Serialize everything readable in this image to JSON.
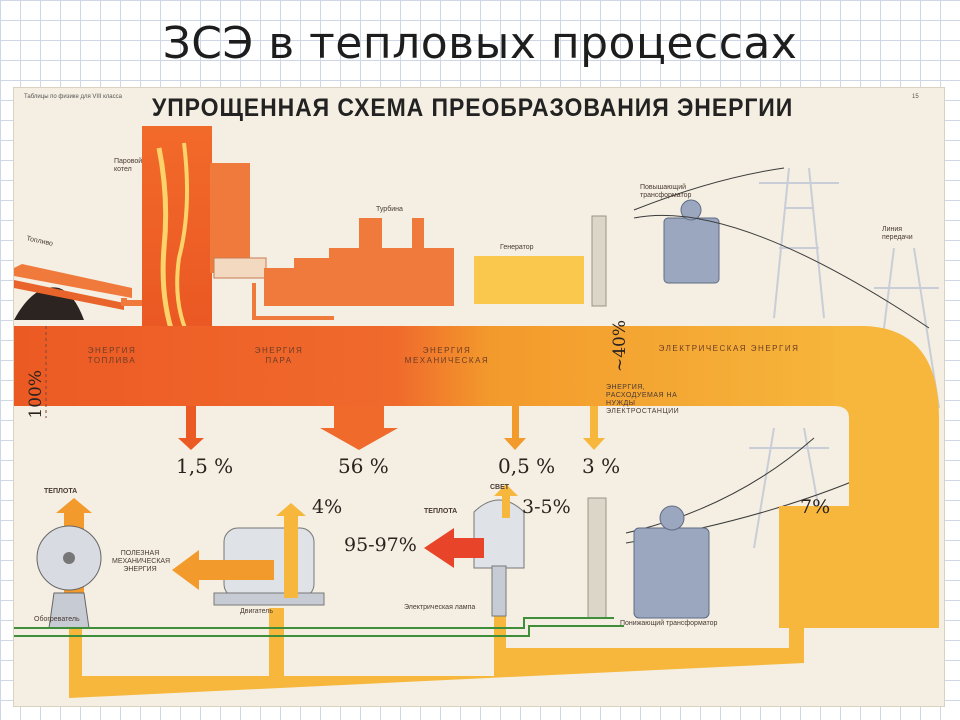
{
  "slide": {
    "title": "ЗСЭ в тепловых процессах"
  },
  "poster": {
    "corner_note": "Таблицы по физике для VIII класса",
    "title": "УПРОЩЕННАЯ СХЕМА ПРЕОБРАЗОВАНИЯ ЭНЕРГИИ",
    "page_number": "15",
    "labels": {
      "boiler": "Паровой котел",
      "fuel": "Топливо",
      "turbine": "Турбина",
      "generator": "Генератор",
      "step_up_transformer": "Повышающий трансформатор",
      "power_line": "Линия передачи",
      "heat_left": "ТЕПЛОТА",
      "useful_mech": "ПОЛЕЗНАЯ МЕХАНИЧЕСКАЯ ЭНЕРГИЯ",
      "fan": "Обогреватель",
      "motor": "Двигатель",
      "heat_lamp": "ТЕПЛОТА",
      "light": "СВЕТ",
      "lamp": "Электрическая лампа",
      "step_down_transformer": "Понижающий трансформатор"
    },
    "flows": {
      "fuel_energy": "ЭНЕРГИЯ ТОПЛИВА",
      "steam_energy": "ЭНЕРГИЯ ПАРА",
      "mech_energy": "ЭНЕРГИЯ МЕХАНИЧЕСКАЯ",
      "electric_energy": "ЭЛЕКТРИЧЕСКАЯ ЭНЕРГИЯ",
      "own_needs": "ЭНЕРГИЯ, РАСХОДУЕМАЯ НА НУЖДЫ ЭЛЕКТРОСТАНЦИИ"
    },
    "percents": {
      "total": "100%",
      "electric": "~40%",
      "loss_fuel": "1,5 %",
      "loss_steam": "56 %",
      "loss_mech": "0,5 %",
      "loss_own": "3 %",
      "motor_heat": "4%",
      "lamp_heat": "95-97%",
      "lamp_light": "3-5%",
      "line_loss": "7%"
    },
    "colors": {
      "flow_red": "#ec5a24",
      "flow_orange": "#f39a2c",
      "flow_yellow": "#f6b73c",
      "building": "#f07a3c"
    }
  }
}
